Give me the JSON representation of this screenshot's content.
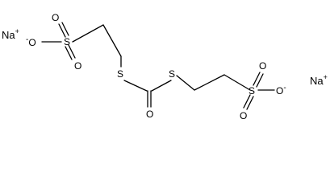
{
  "molecule": {
    "counterions": [
      {
        "element": "Na",
        "charge": "+"
      },
      {
        "element": "Na",
        "charge": "+"
      }
    ],
    "left_sulfonate": {
      "sulfur": "S",
      "oxygen_top": "O",
      "oxygen_bottom": "O",
      "oxygen_anion": "O",
      "anion_charge": "-"
    },
    "right_sulfonate": {
      "sulfur": "S",
      "oxygen_top": "O",
      "oxygen_bottom": "O",
      "oxygen_anion": "O",
      "anion_charge": "-"
    },
    "thio_left": "S",
    "thio_right": "S",
    "carbonyl_oxygen": "O"
  }
}
